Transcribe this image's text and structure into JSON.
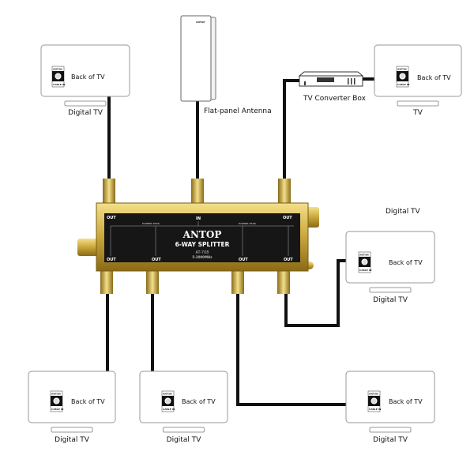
{
  "antenna": {
    "label": "Flat-panel Antenna"
  },
  "converter": {
    "label": "TV Converter Box"
  },
  "splitter": {
    "brand": "ANTOP",
    "title": "6-WAY SPLITTER",
    "model": "AT-708",
    "freq": "5-2000MHz",
    "in_label": "IN",
    "out_label": "OUT",
    "power_pass": "POWER PASS"
  },
  "floating_label": "Digital TV",
  "tvs": [
    {
      "label": "Digital TV",
      "back": "Back of TV",
      "port_top": "ANT/IN",
      "port_bottom": "CABLE IN"
    },
    {
      "label": "TV",
      "back": "Back of TV",
      "port_top": "ANT/IN",
      "port_bottom": "CABLE IN"
    },
    {
      "label": "Digital TV",
      "back": "Back of TV",
      "port_top": "ANT/IN",
      "port_bottom": "CABLE IN"
    },
    {
      "label": "Digital TV",
      "back": "Back of TV",
      "port_top": "ANT/IN",
      "port_bottom": "CABLE IN"
    },
    {
      "label": "Digital TV",
      "back": "Back of TV",
      "port_top": "ANT/IN",
      "port_bottom": "CABLE IN"
    },
    {
      "label": "Digital TV",
      "back": "Back of TV",
      "port_top": "ANT/IN",
      "port_bottom": "CABLE IN"
    }
  ],
  "colors": {
    "gold": "#c9a63a",
    "panel": "#161616",
    "cable": "#111111"
  }
}
